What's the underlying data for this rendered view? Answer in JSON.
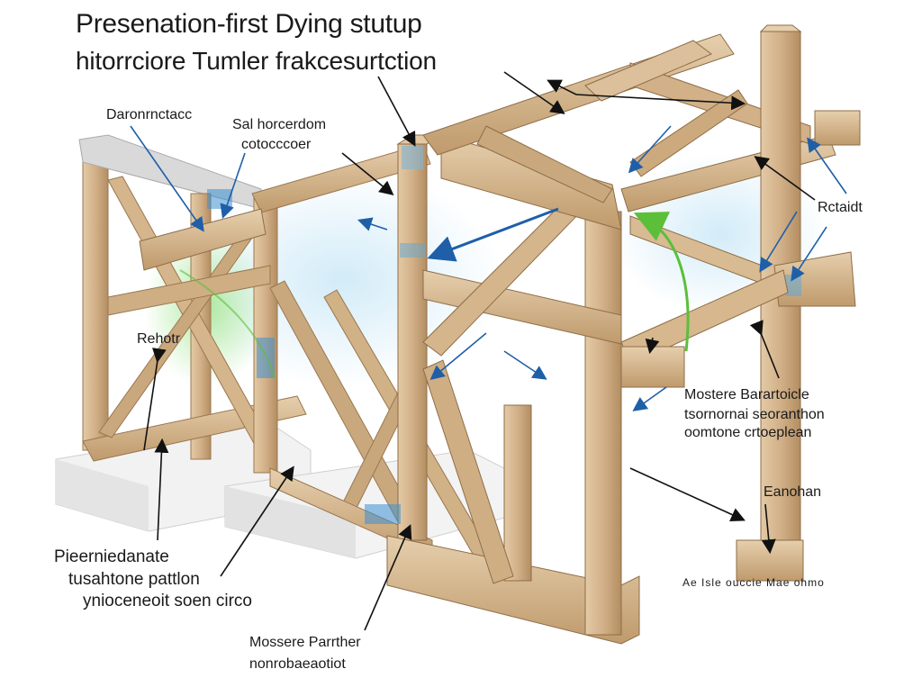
{
  "title": "Presenation-first Dying stutup",
  "subtitle": "hitorrciore Tumler frakcesurtction",
  "labels": {
    "top_left": "Daronrnctacc",
    "top_mid_line1": "Sal horcerdom",
    "top_mid_line2": "cotocccoer",
    "right_upper": "Rctaidt",
    "left_mid": "Rehotr",
    "right_mid_line1": "Mostere Barartoicle",
    "right_mid_line2": "tsornornai seoranthon",
    "right_mid_line3": "oomtone crtoeplean",
    "right_lower": "Eanohan",
    "right_bottom": "Ae Isle ouccie Mae ohmo",
    "bottom_left_line1": "Pieerniedanate",
    "bottom_left_line2": "tusahtone pattlon",
    "bottom_left_line3": "ynioceneoit soen circo",
    "bottom_mid_line1": "Mossere Parrther",
    "bottom_mid_line2": "nonrobaeaotiot"
  },
  "colors": {
    "wood_light": "#dcc09b",
    "wood_mid": "#c9a77c",
    "wood_dark": "#a8845a",
    "arrow_black": "#111111",
    "arrow_blue": "#1f5fa8",
    "arrow_green": "#5bbf3a"
  }
}
